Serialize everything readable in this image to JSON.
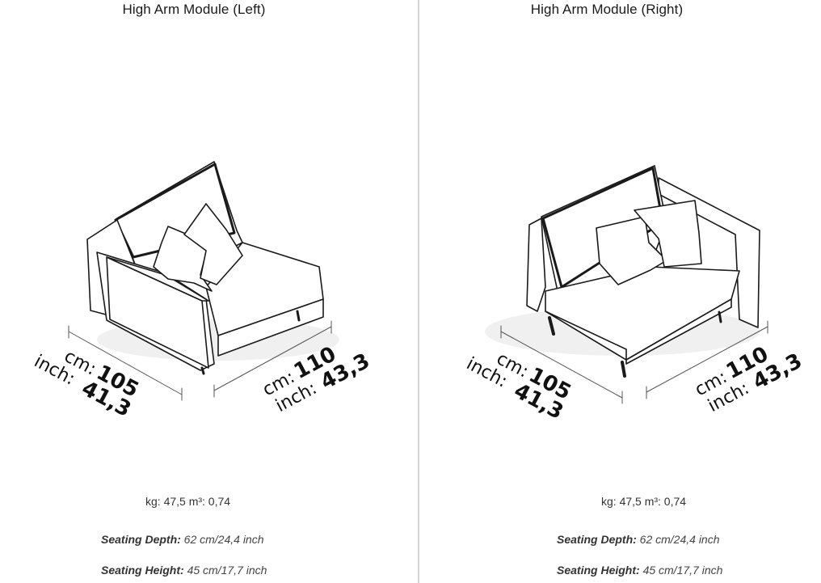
{
  "modules": [
    {
      "title": "High Arm Module (Left)",
      "width_cm_label": "cm:",
      "width_cm_value": "110",
      "width_inch_label": "inch:",
      "width_inch_value": "43,3",
      "depth_cm_label": "cm:",
      "depth_cm_value": "105",
      "depth_inch_label": "inch:",
      "depth_inch_value": "41,3",
      "weight_label": "kg: 47,5 m³: 0,74",
      "seating_depth_label": "Seating Depth:",
      "seating_depth_value": "62 cm/24,4 inch",
      "seating_height_label": "Seating Height:",
      "seating_height_value": "45 cm/17,7 inch"
    },
    {
      "title": "High Arm Module (Right)",
      "width_cm_label": "cm:",
      "width_cm_value": "110",
      "width_inch_label": "inch:",
      "width_inch_value": "43,3",
      "depth_cm_label": "cm:",
      "depth_cm_value": "105",
      "depth_inch_label": "inch:",
      "depth_inch_value": "41,3",
      "weight_label": "kg: 47,5 m³: 0,74",
      "seating_depth_label": "Seating Depth:",
      "seating_depth_value": "62 cm/24,4 inch",
      "seating_height_label": "Seating Height:",
      "seating_height_value": "45 cm/17,7 inch"
    }
  ]
}
